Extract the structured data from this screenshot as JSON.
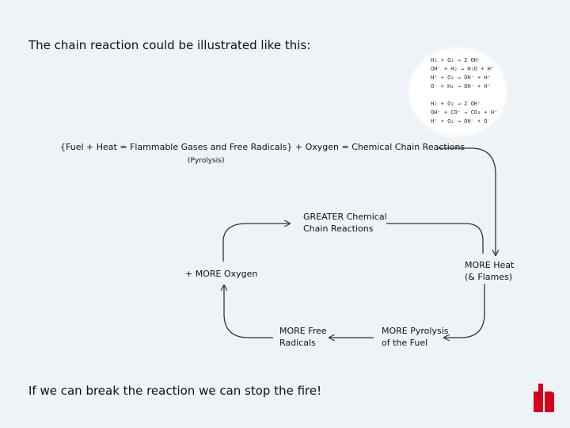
{
  "title": "The chain reaction could be illustrated like this:",
  "main_equation": "{Fuel + Heat = Flammable Gases and Free Radicals}  +  Oxygen = Chemical Chain Reactions",
  "pyrolysis_label": "(Pyrolysis)",
  "nodes": {
    "greater_line1": "GREATER Chemical",
    "greater_line2": "Chain Reactions",
    "heat_line1": "MORE Heat",
    "heat_line2": "(& Flames)",
    "oxygen": "+ MORE Oxygen",
    "radicals_line1": "MORE Free",
    "radicals_line2": "Radicals",
    "pyrofuel_line1": "MORE Pyrolysis",
    "pyrofuel_line2": "of the Fuel"
  },
  "reactions": [
    "H₂ + O₂ → 2 OH⁻",
    "OH⁻ + H₂ → H₂O + H⁺",
    "H⁺ + O₂ → OH⁻ + H⁺",
    "O⁻ + H₂ → OH⁻ + H⁺",
    "H₂ + O₂ → 2 OH⁻",
    "OH⁻ + CO⁺ → CO₂ + H⁺",
    "H⁺ + O₂ → OH⁻ + O⁻"
  ],
  "footer": "If we can break the reaction we can stop the fire!",
  "colors": {
    "background": "#eef3f8",
    "arrow": "#333333",
    "logo_red": "#d2001e",
    "logo_dark": "#222222"
  }
}
